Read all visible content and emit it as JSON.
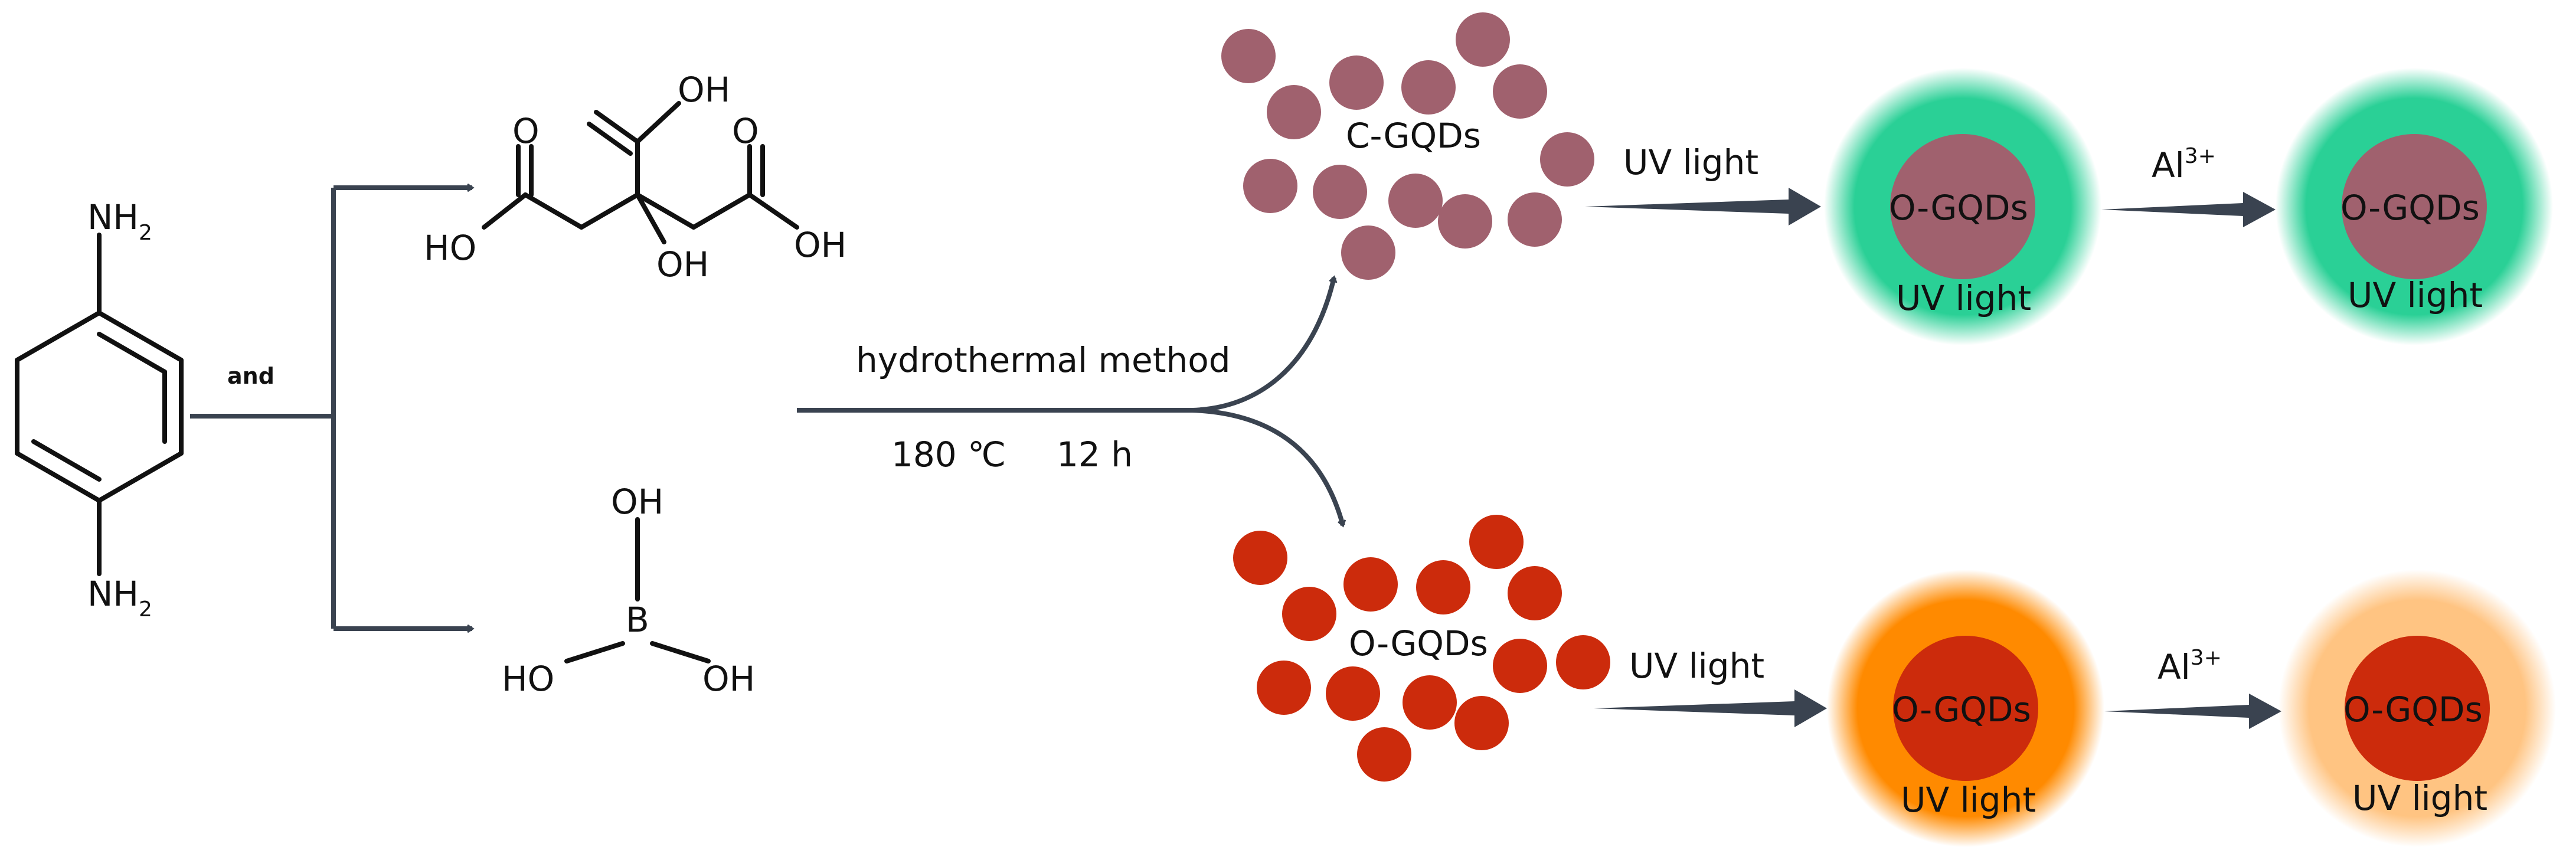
{
  "reactants": {
    "diamine_top_label": "NH",
    "diamine_top_sub": "2",
    "diamine_bottom_label": "NH",
    "diamine_bottom_sub": "2",
    "and_label": "and"
  },
  "citric_acid": {
    "oh_top": "OH",
    "o_left": "O",
    "o_right": "O",
    "ho_left": "HO",
    "oh_center": "OH",
    "oh_right": "OH"
  },
  "boric_acid": {
    "oh_top": "OH",
    "b": "B",
    "ho_left": "HO",
    "oh_right": "OH"
  },
  "conditions": {
    "method": "hydrothermal method",
    "temperature": "180 ℃",
    "time": "12 h"
  },
  "top_branch": {
    "cluster_label": "C-GQDs",
    "arrow1_label": "UV light",
    "dot1_label": "O-GQDs",
    "dot1_caption": "UV light",
    "arrow2_label": "Al",
    "arrow2_sup": "3+",
    "dot2_label": "O-GQDs",
    "dot2_caption": "UV light"
  },
  "bottom_branch": {
    "cluster_label": "O-GQDs",
    "arrow1_label": "UV light",
    "dot1_label": "O-GQDs",
    "dot1_caption": "UV light",
    "arrow2_label": "Al",
    "arrow2_sup": "3+",
    "dot2_label": "O-GQDs",
    "dot2_caption": "UV light"
  },
  "colors": {
    "c_gqd_particle": "#a0616e",
    "o_gqd_particle": "#cc2b0c",
    "green_glow": "#2ad096",
    "orange_glow": "#ff8c00",
    "pale_orange_glow": "#ffc07f",
    "connector": "#3a4350"
  }
}
